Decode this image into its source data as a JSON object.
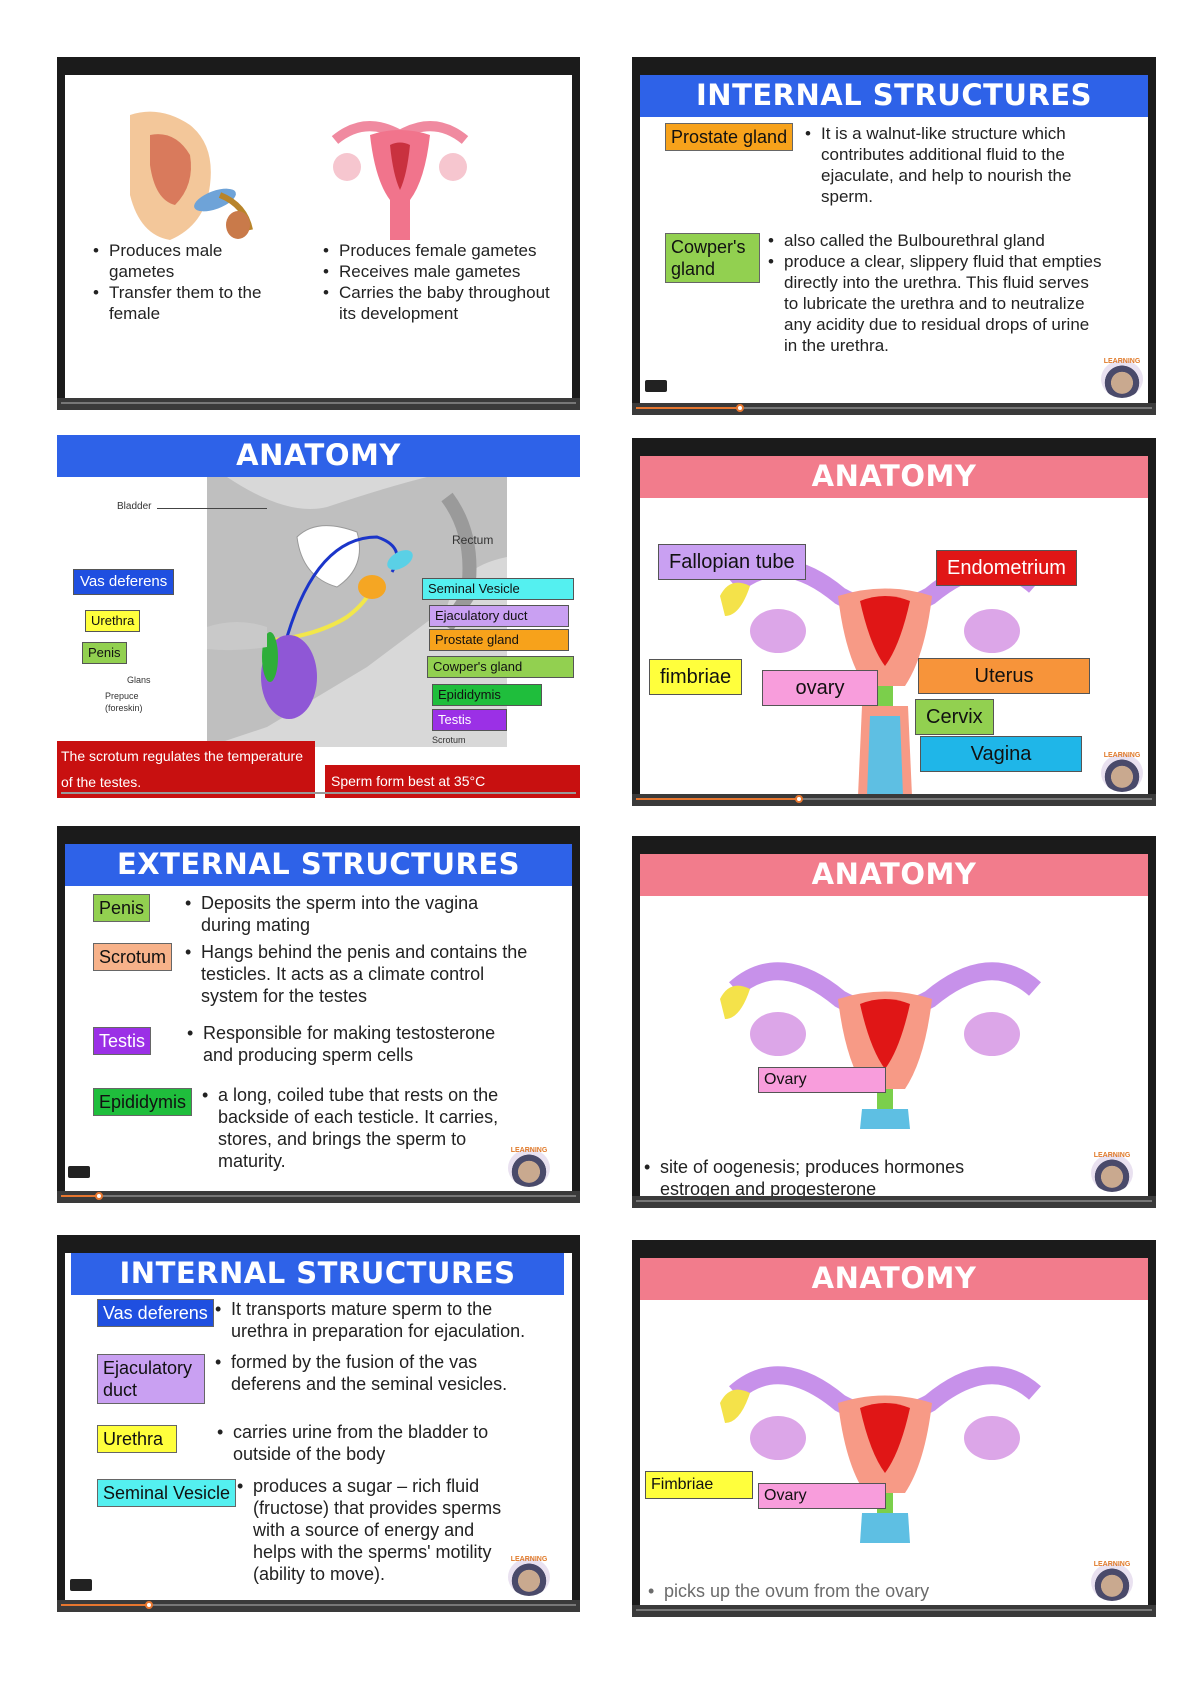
{
  "slide1": {
    "left_bullets": [
      "Produces male gametes",
      "Transfer them to the female"
    ],
    "right_bullets": [
      "Produces female gametes",
      "Receives male gametes",
      "Carries the baby throughout its development"
    ]
  },
  "slide2": {
    "title": "INTERNAL STRUCTURES",
    "items": [
      {
        "label": "Prostate gland",
        "bullets": [
          "It is a walnut-like structure which contributes additional fluid to the ejaculate, and help to nourish the sperm."
        ]
      },
      {
        "label": "Cowper's gland",
        "bullets": [
          "also called the Bulbourethral gland",
          "produce a clear, slippery fluid that empties directly into the urethra. This fluid serves to lubricate the urethra and to neutralize any acidity due to residual drops of urine in the urethra."
        ]
      }
    ],
    "logo": "LEARNING"
  },
  "slide3": {
    "title": "ANATOMY",
    "labels": {
      "bladder": "Bladder",
      "rectum": "Rectum",
      "vas_deferens": "Vas deferens",
      "urethra": "Urethra",
      "penis": "Penis",
      "glans": "Glans",
      "prepuce": "Prepuce",
      "foreskin": "(foreskin)",
      "seminal_vesicle": "Seminal Vesicle",
      "ejaculatory_duct": "Ejaculatory duct",
      "prostate_gland": "Prostate gland",
      "cowpers_gland": "Cowper's gland",
      "epididymis": "Epididymis",
      "testis": "Testis",
      "scrotum": "Scrotum"
    },
    "caption_left": "The scrotum regulates the temperature of the testes.",
    "caption_right": "Sperm form best at 35°C"
  },
  "slide4": {
    "title": "ANATOMY",
    "labels": {
      "fallopian_tube": "Fallopian tube",
      "endometrium": "Endometrium",
      "fimbriae": "fimbriae",
      "ovary": "ovary",
      "uterus": "Uterus",
      "cervix": "Cervix",
      "vagina": "Vagina"
    },
    "logo": "LEARNING"
  },
  "slide5": {
    "title": "EXTERNAL STRUCTURES",
    "items": [
      {
        "label": "Penis",
        "text": "Deposits the sperm into the vagina during mating"
      },
      {
        "label": "Scrotum",
        "text": "Hangs behind the penis and contains the testicles. It acts as a climate control system for the testes"
      },
      {
        "label": "Testis",
        "text": "Responsible for making testosterone and producing sperm cells"
      },
      {
        "label": "Epididymis",
        "text": "a long, coiled tube that rests on the backside of each testicle. It carries, stores, and brings the sperm to maturity."
      }
    ],
    "logo": "LEARNING"
  },
  "slide6": {
    "title": "ANATOMY",
    "label": "Ovary",
    "bullet": "site of oogenesis; produces hormones estrogen and progesterone",
    "logo": "LEARNING"
  },
  "slide7": {
    "title": "INTERNAL STRUCTURES",
    "items": [
      {
        "label": "Vas deferens",
        "text": "It transports mature sperm to the urethra in preparation for ejaculation."
      },
      {
        "label": "Ejaculatory duct",
        "text": "formed by the fusion of the vas deferens and the seminal vesicles."
      },
      {
        "label": "Urethra",
        "text": "carries urine from the bladder to outside of the body"
      },
      {
        "label": "Seminal Vesicle",
        "text": "produces a sugar – rich fluid (fructose) that provides sperms with a source of energy and helps with the sperms' motility (ability to move)."
      }
    ],
    "logo": "LEARNING"
  },
  "slide8": {
    "title": "ANATOMY",
    "label_fimbriae": "Fimbriae",
    "label_ovary": "Ovary",
    "bullet": "picks up the ovum from the ovary",
    "logo": "LEARNING"
  },
  "colors": {
    "title_blue": "#2e62e8",
    "title_pink": "#f27c8c",
    "label_orange": "#f7a21b",
    "label_green": "#92d050",
    "label_yellow": "#ffff3c",
    "label_purple": "#c9a0f2",
    "label_cyan": "#54f0f0",
    "label_red": "#e01616",
    "label_pink": "#f89ddc",
    "label_violet": "#9b30e6",
    "label_darkgreen": "#1fbe3c",
    "label_blue": "#1fb6e8",
    "label_salmon": "#f7b28a",
    "label_navy": "#1f4fe0"
  }
}
